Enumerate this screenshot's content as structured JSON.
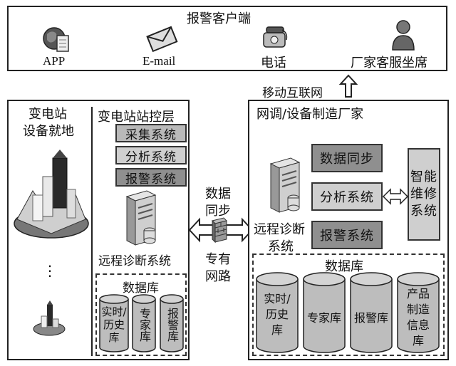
{
  "alarm_client": {
    "title": "报警客户端",
    "clients": [
      {
        "label": "APP",
        "icon": "globe-document-icon"
      },
      {
        "label": "E-mail",
        "icon": "envelope-icon"
      },
      {
        "label": "电话",
        "icon": "telephone-icon"
      },
      {
        "label": "厂家客服坐席",
        "icon": "person-icon"
      }
    ]
  },
  "mobile_internet": {
    "label": "移动互联网"
  },
  "substation_local": {
    "title_line1": "变电站",
    "title_line2": "设备就地",
    "ellipsis": "⋮"
  },
  "substation_control": {
    "title": "变电站站控层",
    "systems": [
      "采集系统",
      "分析系统",
      "报警系统"
    ],
    "diagnosis_label": "远程诊断系统",
    "database": {
      "title": "数据库",
      "items": [
        "实时/历史库",
        "专家库",
        "报警库"
      ]
    }
  },
  "link": {
    "sync_line1": "数据",
    "sync_line2": "同步",
    "network_line1": "专有",
    "network_line2": "网路"
  },
  "manufacturer": {
    "title": "网调/设备制造厂家",
    "systems": [
      "数据同步",
      "分析系统",
      "报警系统"
    ],
    "smart_maintenance": "智能维修系统",
    "diagnosis_line1": "远程诊断",
    "diagnosis_line2": "系统",
    "database": {
      "title": "数据库",
      "items": [
        "实时/历史库",
        "专家库",
        "报警库",
        "产品制造信息库"
      ]
    }
  }
}
